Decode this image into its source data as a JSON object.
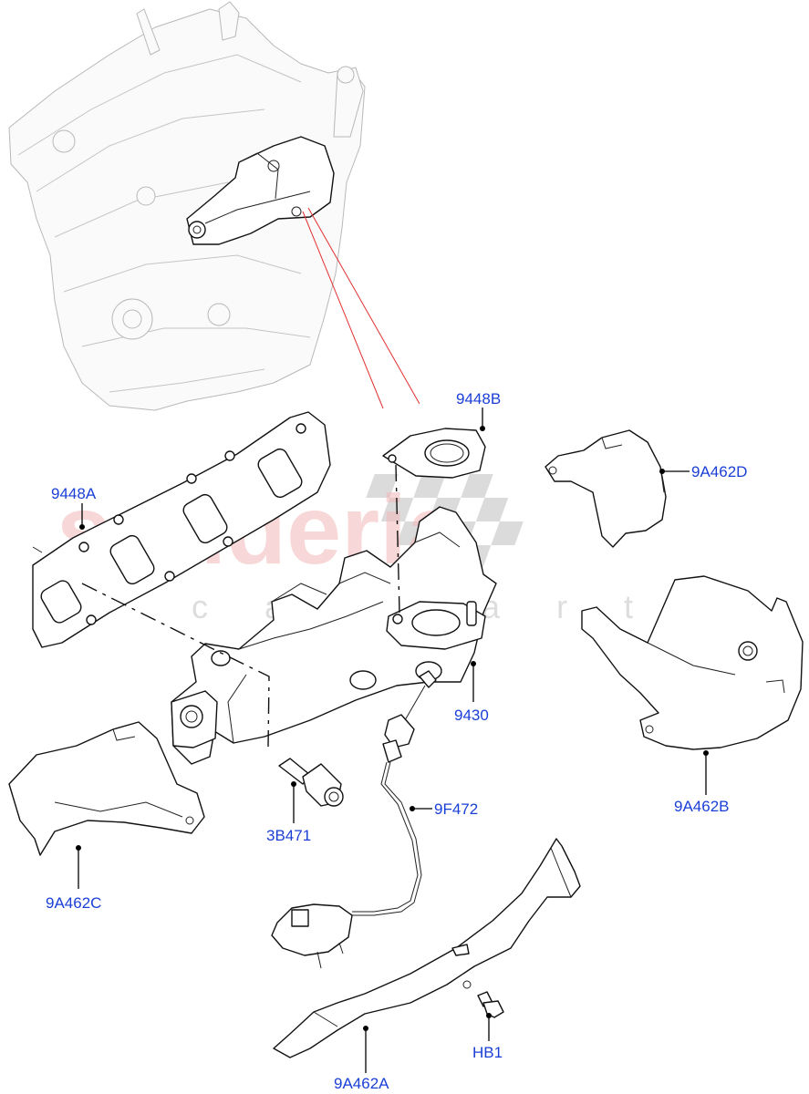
{
  "watermark": {
    "brand": "scuderia",
    "sub": "c a r p a r t s"
  },
  "parts": [
    {
      "id": "9448B",
      "label": "9448B"
    },
    {
      "id": "9A462D",
      "label": "9A462D"
    },
    {
      "id": "9448A",
      "label": "9448A"
    },
    {
      "id": "9430",
      "label": "9430"
    },
    {
      "id": "9F472",
      "label": "9F472"
    },
    {
      "id": "9A462B",
      "label": "9A462B"
    },
    {
      "id": "3B471",
      "label": "3B471"
    },
    {
      "id": "9A462C",
      "label": "9A462C"
    },
    {
      "id": "HB1",
      "label": "HB1"
    },
    {
      "id": "9A462A",
      "label": "9A462A"
    }
  ],
  "colors": {
    "label": "#1a3fd6",
    "watermark": "#f2b8b8",
    "pointer_line": "#e23030"
  }
}
